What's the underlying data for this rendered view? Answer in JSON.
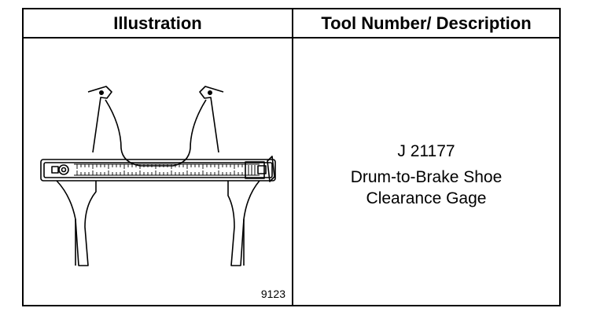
{
  "table": {
    "header_illustration": "Illustration",
    "header_description": "Tool Number/ Description"
  },
  "tool": {
    "number": "J 21177",
    "description_line1": "Drum-to-Brake Shoe",
    "description_line2": "Clearance Gage",
    "figure_number": "9123"
  },
  "illustration": {
    "icon": "drum-brake-shoe-clearance-gage-drawing"
  }
}
